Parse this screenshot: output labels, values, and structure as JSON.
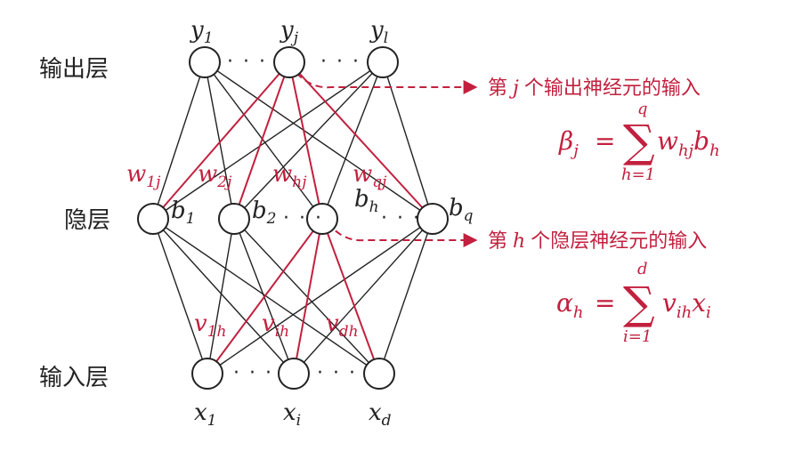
{
  "layers": {
    "output_label": "输出层",
    "hidden_label": "隐层",
    "input_label": "输入层"
  },
  "output_nodes": [
    {
      "base": "y",
      "sub": "1"
    },
    {
      "base": "y",
      "sub": "j"
    },
    {
      "base": "y",
      "sub": "l"
    }
  ],
  "hidden_nodes": [
    {
      "base": "b",
      "sub": "1"
    },
    {
      "base": "b",
      "sub": "2"
    },
    {
      "base": "b",
      "sub": "h"
    },
    {
      "base": "b",
      "sub": "q"
    }
  ],
  "input_nodes": [
    {
      "base": "x",
      "sub": "1"
    },
    {
      "base": "x",
      "sub": "i"
    },
    {
      "base": "x",
      "sub": "d"
    }
  ],
  "hidden_weights": [
    {
      "base": "w",
      "sub": "1j"
    },
    {
      "base": "w",
      "sub": "2j"
    },
    {
      "base": "w",
      "sub": "hj"
    },
    {
      "base": "w",
      "sub": "qj"
    }
  ],
  "input_weights": [
    {
      "base": "v",
      "sub": "1h"
    },
    {
      "base": "v",
      "sub": "ih"
    },
    {
      "base": "v",
      "sub": "dh"
    }
  ],
  "dots": "· · ·",
  "annotations": {
    "output_note_prefix": "第",
    "output_note_var": "j",
    "output_note_suffix": "个输出神经元的输入",
    "hidden_note_prefix": "第",
    "hidden_note_var": "h",
    "hidden_note_suffix": "个隐层神经元的输入"
  },
  "formulas": {
    "beta": {
      "lhs": "β",
      "lhs_sub": "j",
      "eq": "=",
      "sigma": "∑",
      "upper": "q",
      "lower": "h=1",
      "term": "w",
      "term_sub": "hj",
      "term2": "b",
      "term2_sub": "h"
    },
    "alpha": {
      "lhs": "α",
      "lhs_sub": "h",
      "eq": "=",
      "sigma": "∑",
      "upper": "d",
      "lower": "i=1",
      "term": "v",
      "term_sub": "ih",
      "term2": "x",
      "term2_sub": "i"
    }
  },
  "colors": {
    "highlight": "#c2203e",
    "line": "#222222"
  }
}
